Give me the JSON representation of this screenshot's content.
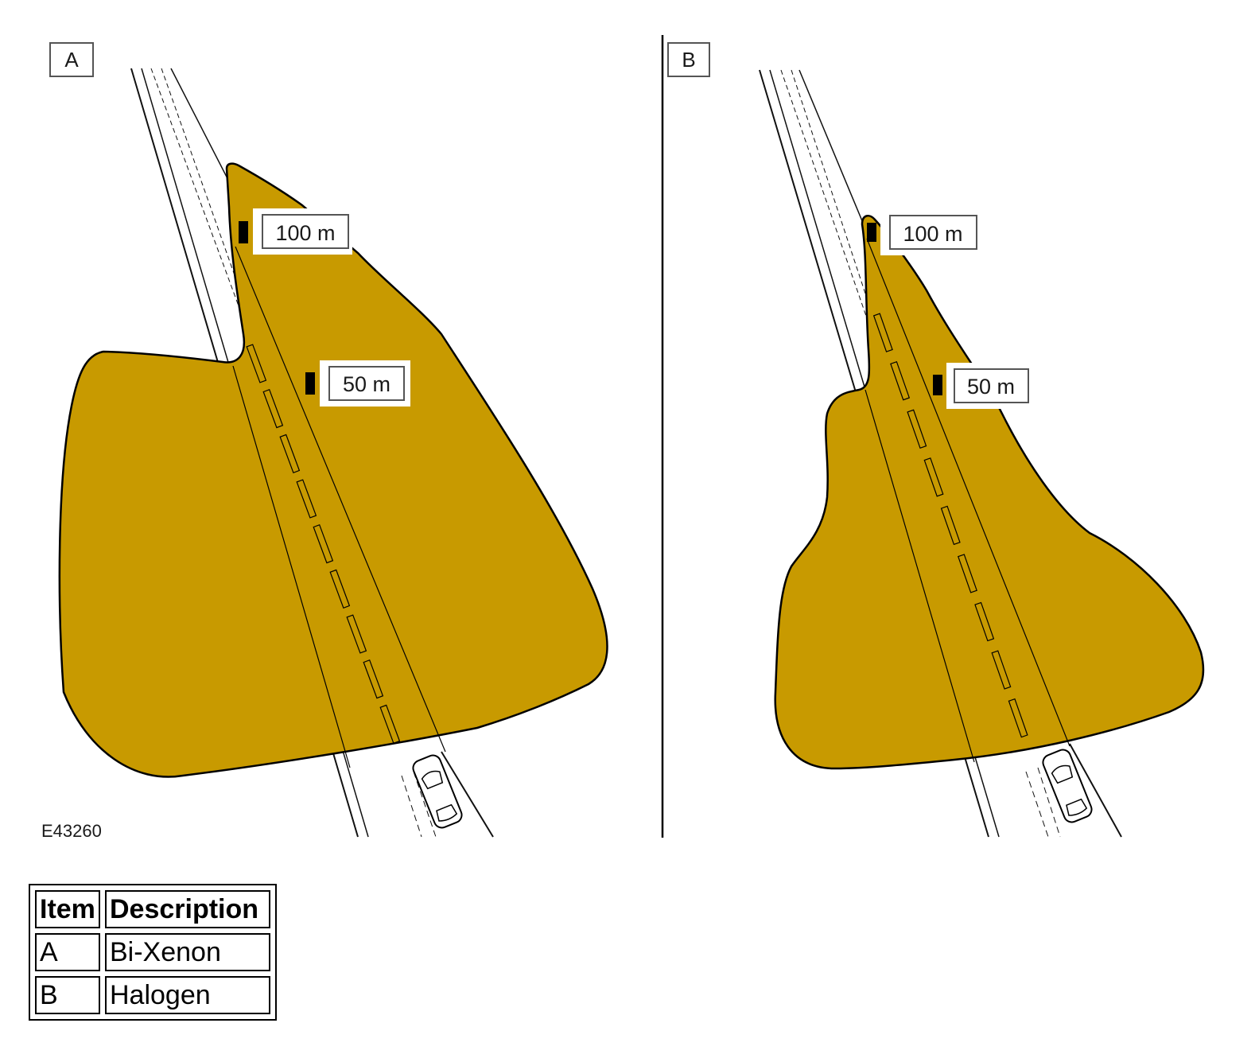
{
  "panels": [
    {
      "id": "A",
      "label": "A",
      "far_marker": "100 m",
      "near_marker": "50 m"
    },
    {
      "id": "B",
      "label": "B",
      "far_marker": "100 m",
      "near_marker": "50 m"
    }
  ],
  "figure_code": "E43260",
  "legend": {
    "headers": [
      "Item",
      "Description"
    ],
    "rows": [
      {
        "item": "A",
        "description": "Bi-Xenon"
      },
      {
        "item": "B",
        "description": "Halogen"
      }
    ]
  },
  "colors": {
    "beam": "#c89a00",
    "line": "#000000",
    "background": "#ffffff"
  }
}
